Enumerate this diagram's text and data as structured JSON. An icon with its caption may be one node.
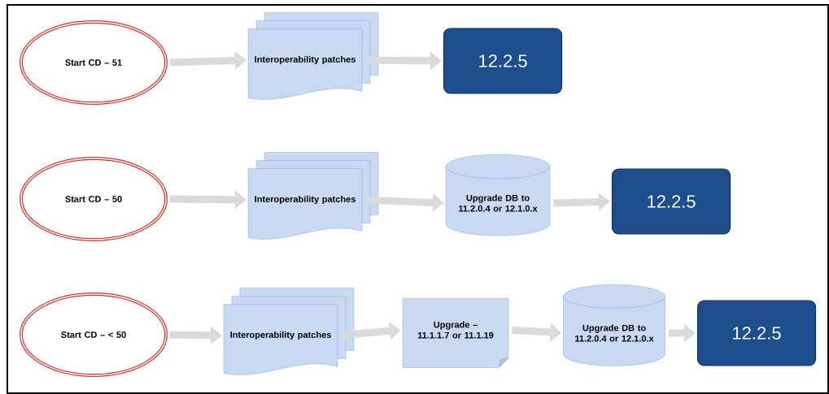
{
  "diagram": {
    "nodes": [
      {
        "text": [
          "Start CD – 51"
        ]
      },
      {
        "text": [
          "Interoperability patches"
        ]
      },
      {
        "text": [
          "12.2.5"
        ]
      },
      {
        "text": [
          "Start CD – 50"
        ]
      },
      {
        "text": [
          "Interoperability patches"
        ]
      },
      {
        "text": [
          "Upgrade DB to 11.2.0.4 or 12.1.0.x"
        ]
      },
      {
        "text": [
          "12.2.5"
        ]
      },
      {
        "text": [
          "Start CD – < 50"
        ]
      },
      {
        "text": [
          "Interoperability patches"
        ]
      },
      {
        "text": [
          "Upgrade – 11.1.1.7 or 11.1.19"
        ]
      },
      {
        "text": [
          "Upgrade DB to 11.2.0.4 or 12.1.0.x"
        ]
      },
      {
        "text": [
          "12.2.5"
        ]
      }
    ],
    "edges": [
      {
        "from": 0,
        "to": 1,
        "arrow": "to"
      },
      {
        "from": 1,
        "to": 2,
        "arrow": "to"
      },
      {
        "from": 3,
        "to": 4,
        "arrow": "to"
      },
      {
        "from": 4,
        "to": 5,
        "arrow": "to"
      },
      {
        "from": 5,
        "to": 6,
        "arrow": "to"
      },
      {
        "from": 7,
        "to": 8,
        "arrow": "to"
      },
      {
        "from": 8,
        "to": 9,
        "arrow": "to"
      },
      {
        "from": 9,
        "to": 10,
        "arrow": "to"
      },
      {
        "from": 10,
        "to": 11,
        "arrow": "to"
      }
    ]
  }
}
